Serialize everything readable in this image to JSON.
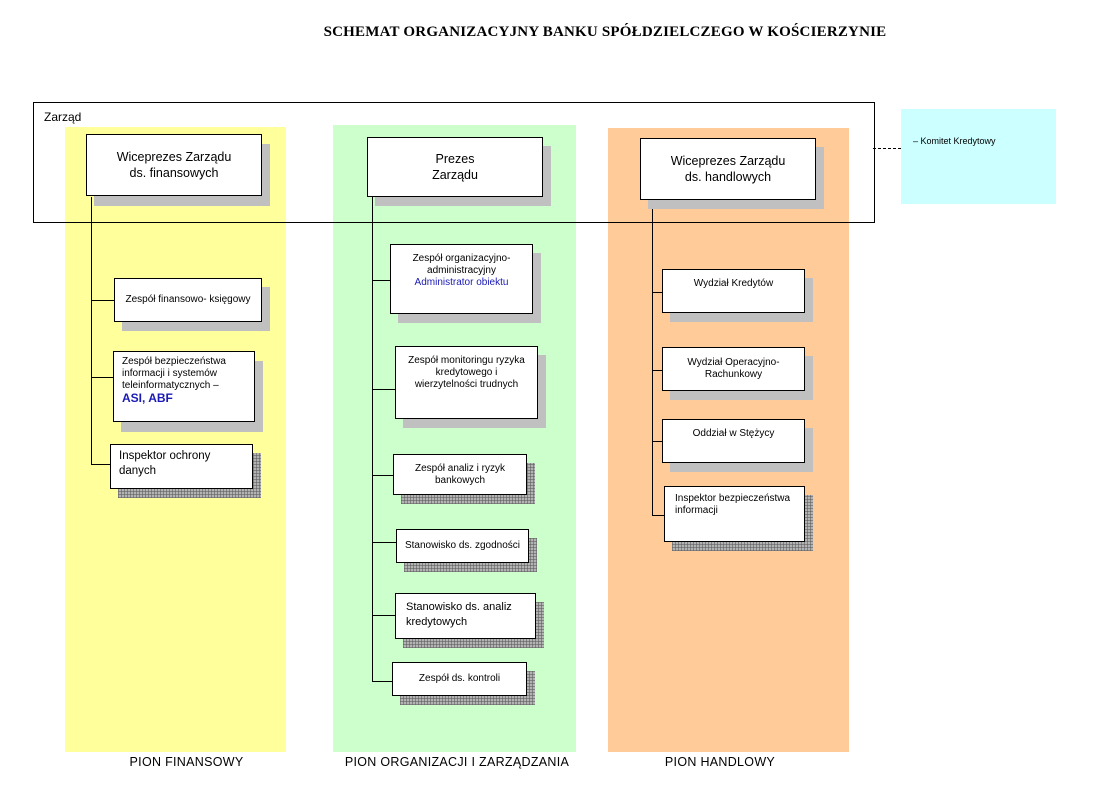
{
  "title": "SCHEMAT ORGANIZACYJNY BANKU SPÓŁDZIELCZEGO W KOŚCIERZYNIE",
  "zarzad_label": "Zarząd",
  "komitet": "–    Komitet Kredytowy",
  "pion_finansowy": {
    "label": "PION FINANSOWY",
    "head_line1": "Wiceprezes Zarządu",
    "head_line2": "ds. finansowych",
    "units": [
      "Zespół finansowo- księgowy",
      "Zespół bezpieczeństwa informacji i systemów teleinformatycznych –",
      "Inspektor ochrony danych"
    ],
    "unit2_highlight": "ASI, ABF"
  },
  "pion_organizacji": {
    "label": "PION ORGANIZACJI I ZARZĄDZANIA",
    "head_line1": "Prezes",
    "head_line2": "Zarządu",
    "unit1_line1": "Zespół organizacyjno-",
    "unit1_line2": "administracyjny",
    "unit1_highlight": "Administrator obiektu",
    "units": [
      "Zespół monitoringu ryzyka kredytowego i wierzytelności trudnych",
      "Zespół analiz i ryzyk bankowych",
      "Stanowisko ds. zgodności",
      "Stanowisko ds. analiz kredytowych",
      "Zespół ds. kontroli"
    ]
  },
  "pion_handlowy": {
    "label": "PION HANDLOWY",
    "head_line1": "Wiceprezes Zarządu",
    "head_line2": "ds. handlowych",
    "units": [
      "Wydział Kredytów",
      "Wydział Operacyjno-Rachunkowy",
      "Oddział w Stężycy",
      "Inspektor bezpieczeństwa informacji"
    ]
  }
}
